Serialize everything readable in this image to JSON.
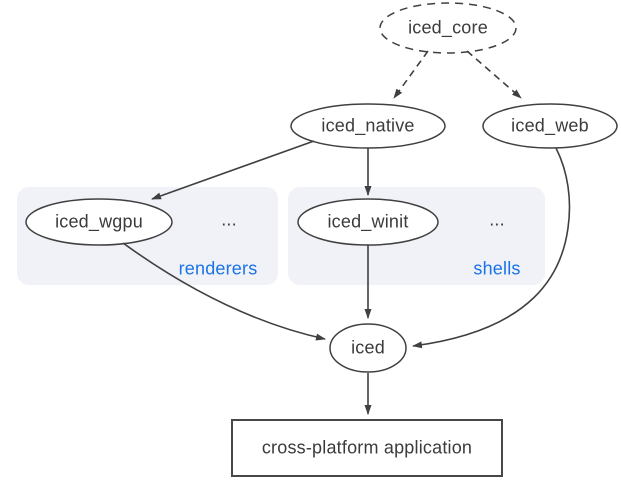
{
  "nodes": {
    "iced_core": "iced_core",
    "iced_native": "iced_native",
    "iced_web": "iced_web",
    "iced_wgpu": "iced_wgpu",
    "iced_winit": "iced_winit",
    "iced": "iced",
    "application": "cross-platform application"
  },
  "groups": {
    "renderers": {
      "label": "renderers",
      "ellipsis": "..."
    },
    "shells": {
      "label": "shells",
      "ellipsis": "..."
    }
  },
  "edges": [
    {
      "from": "iced_core",
      "to": "iced_native",
      "style": "dashed"
    },
    {
      "from": "iced_core",
      "to": "iced_web",
      "style": "dashed"
    },
    {
      "from": "iced_native",
      "to": "iced_wgpu",
      "style": "solid"
    },
    {
      "from": "iced_native",
      "to": "iced_winit",
      "style": "solid"
    },
    {
      "from": "iced_wgpu",
      "to": "iced",
      "style": "solid"
    },
    {
      "from": "iced_winit",
      "to": "iced",
      "style": "solid"
    },
    {
      "from": "iced_web",
      "to": "iced",
      "style": "solid"
    },
    {
      "from": "iced",
      "to": "cross-platform application",
      "style": "solid"
    }
  ],
  "colors": {
    "background": "#ffffff",
    "edge": "#404040",
    "node_border": "#404040",
    "node_fill": "#ffffff",
    "text": "#3b3b3b",
    "group_bg": "#f0f2f7",
    "group_label": "#1a73e8"
  }
}
